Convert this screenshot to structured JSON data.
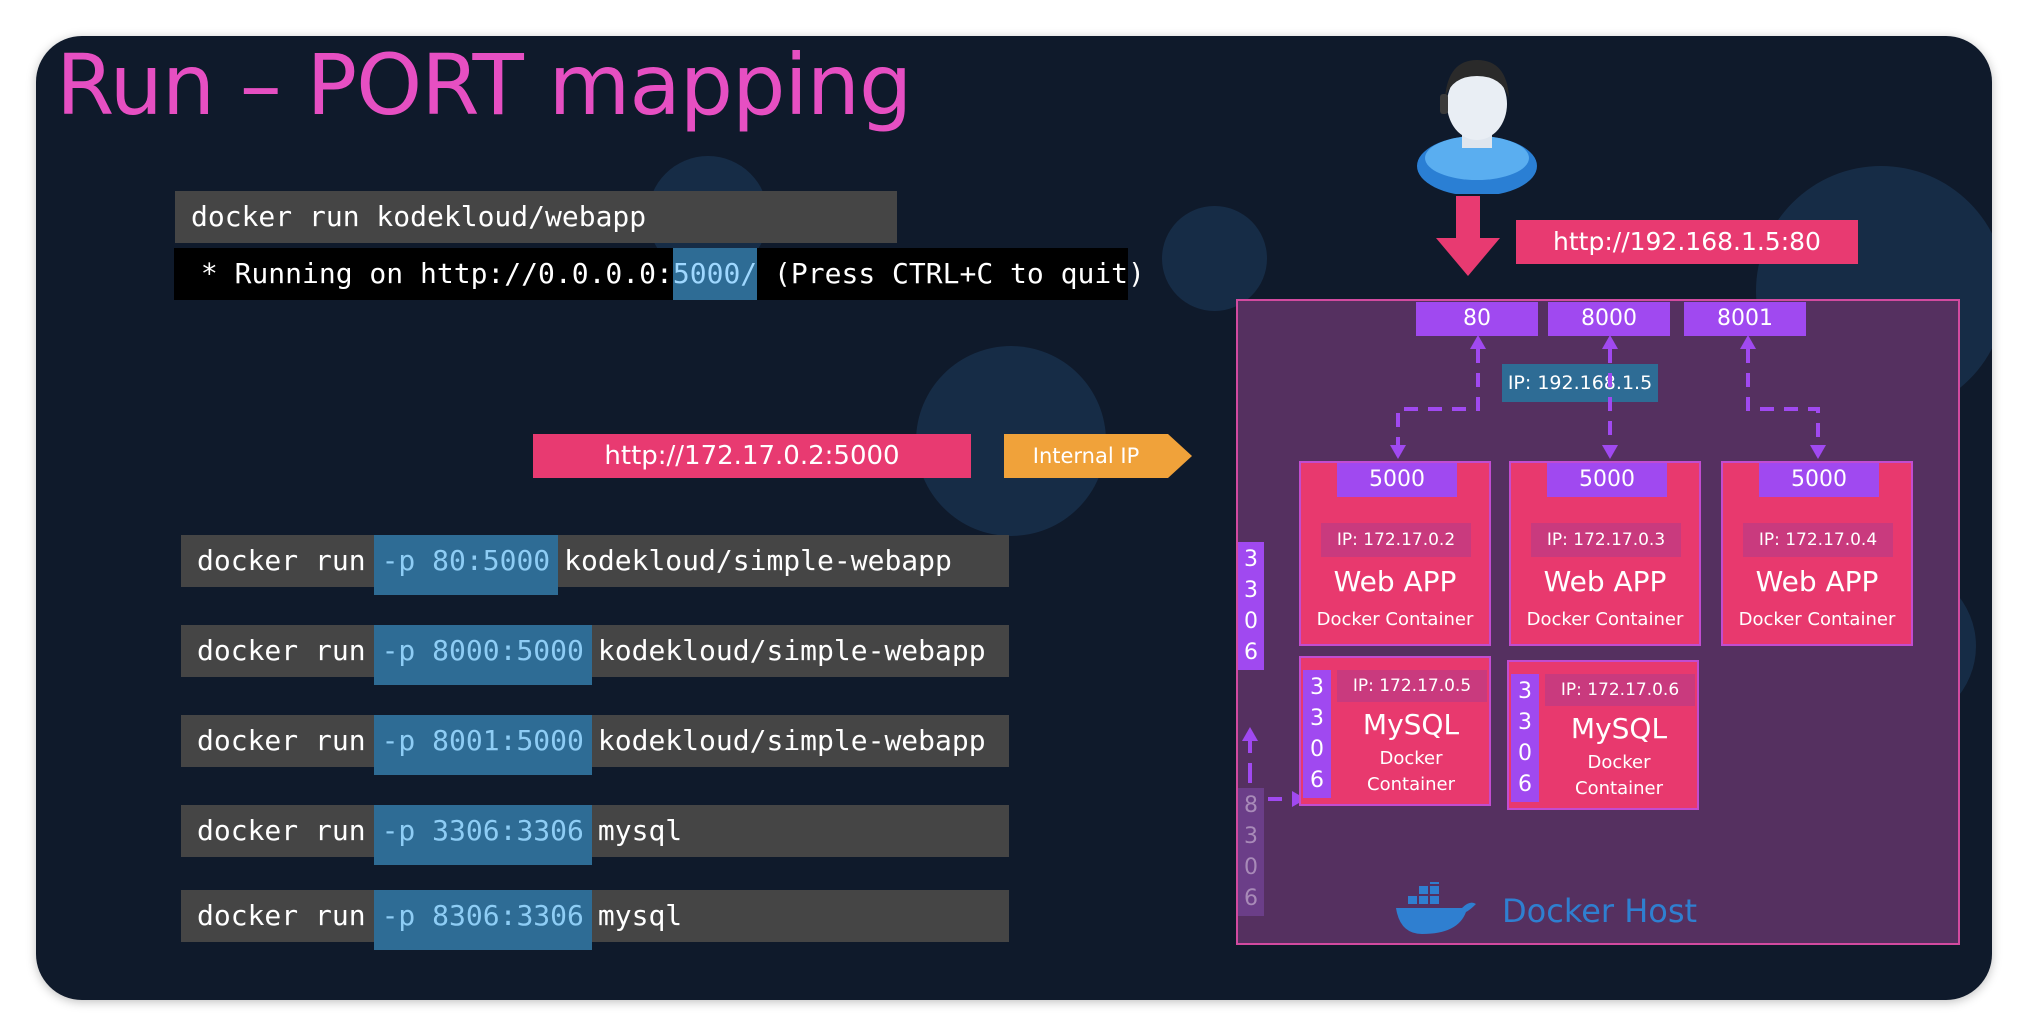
{
  "slide": {
    "title": "Run – PORT mapping"
  },
  "terminal": {
    "command": "docker run kodekloud/webapp",
    "output_prefix": " * Running on http://0.0.0.0:",
    "output_highlight": "5000/",
    "output_suffix": " (Press CTRL+C to quit)"
  },
  "callouts": {
    "internal_url": "http://172.17.0.2:5000",
    "internal_ip_label": "Internal IP",
    "host_url": "http://192.168.1.5:80"
  },
  "commands": [
    {
      "pre": "docker run",
      "flag": "-p 80:5000",
      "post": "kodekloud/simple-webapp"
    },
    {
      "pre": "docker run",
      "flag": "-p 8000:5000",
      "post": "kodekloud/simple-webapp"
    },
    {
      "pre": "docker run",
      "flag": "-p 8001:5000",
      "post": "kodekloud/simple-webapp"
    },
    {
      "pre": "docker run",
      "flag": "-p 3306:3306",
      "post": "mysql"
    },
    {
      "pre": "docker run",
      "flag": "-p 8306:3306",
      "post": "mysql"
    }
  ],
  "host": {
    "label": "Docker Host",
    "ip": "IP: 192.168.1.5",
    "ports": [
      "80",
      "8000",
      "8001"
    ],
    "side_port_active": [
      "3",
      "3",
      "0",
      "6"
    ],
    "side_port_inactive": [
      "8",
      "3",
      "0",
      "6"
    ]
  },
  "web_containers": [
    {
      "port": "5000",
      "ip": "IP: 172.17.0.2",
      "name": "Web APP",
      "type": "Docker Container"
    },
    {
      "port": "5000",
      "ip": "IP: 172.17.0.3",
      "name": "Web APP",
      "type": "Docker Container"
    },
    {
      "port": "5000",
      "ip": "IP: 172.17.0.4",
      "name": "Web APP",
      "type": "Docker Container"
    }
  ],
  "mysql_containers": [
    {
      "port_digits": [
        "3",
        "3",
        "0",
        "6"
      ],
      "ip": "IP: 172.17.0.5",
      "name": "MySQL",
      "type_line1": "Docker",
      "type_line2": "Container"
    },
    {
      "port_digits": [
        "3",
        "3",
        "0",
        "6"
      ],
      "ip": "IP: 172.17.0.6",
      "name": "MySQL",
      "type_line1": "Docker",
      "type_line2": "Container"
    }
  ],
  "colors": {
    "background": "#0f1a2b",
    "title": "#e64fc2",
    "pink": "#e83a71",
    "purple": "#a049f0",
    "orange": "#f0a23a",
    "highlight_blue": "#2e6c95",
    "docker_blue": "#2f7fd0"
  },
  "icons": [
    "user-icon",
    "down-arrow-icon",
    "docker-whale-icon"
  ]
}
